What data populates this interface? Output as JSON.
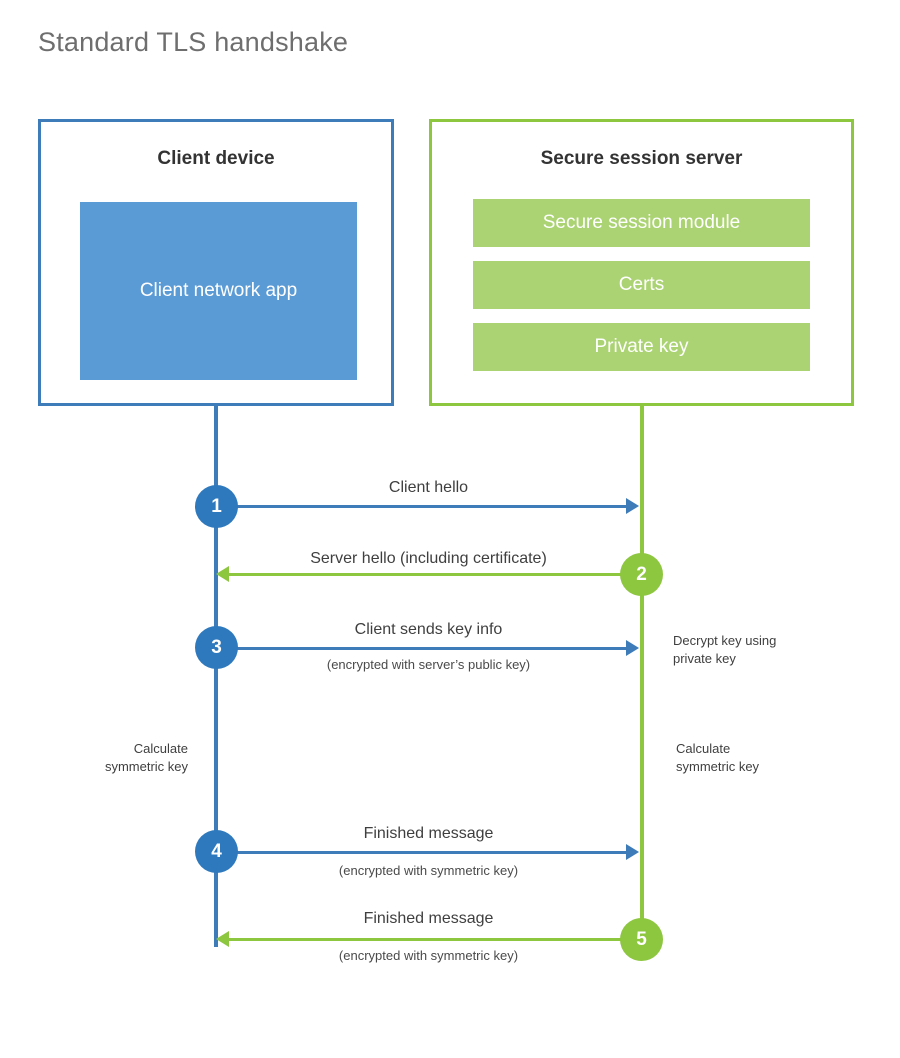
{
  "title": "Standard TLS handshake",
  "colors": {
    "client_accent": "#3E7CB9",
    "client_fill": "#5B9BD5",
    "client_circle": "#2E79BD",
    "server_accent": "#8DC63F",
    "server_fill": "#ABD373",
    "text": "#3f3f3f",
    "title": "#6e6e6e",
    "background": "#ffffff"
  },
  "parties": {
    "client": {
      "title": "Client device",
      "app_label": "Client network app"
    },
    "server": {
      "title": "Secure session server",
      "blocks": [
        {
          "label": "Secure session module"
        },
        {
          "label": "Certs"
        },
        {
          "label": "Private key"
        }
      ]
    }
  },
  "steps": [
    {
      "number": "1",
      "direction": "client-to-server",
      "label": "Client hello",
      "sublabel": ""
    },
    {
      "number": "2",
      "direction": "server-to-client",
      "label": "Server hello (including certificate)",
      "sublabel": ""
    },
    {
      "number": "3",
      "direction": "client-to-server",
      "label": "Client sends key info",
      "sublabel": "(encrypted with server’s public key)"
    },
    {
      "number": "4",
      "direction": "client-to-server",
      "label": "Finished message",
      "sublabel": "(encrypted with symmetric key)"
    },
    {
      "number": "5",
      "direction": "server-to-client",
      "label": "Finished message",
      "sublabel": "(encrypted with symmetric key)"
    }
  ],
  "annotations": {
    "server_decrypt": "Decrypt key using\nprivate key",
    "server_decrypt_line1": "Decrypt key using",
    "server_decrypt_line2": "private key",
    "client_calculate_line1": "Calculate",
    "client_calculate_line2": "symmetric key",
    "server_calculate_line1": "Calculate",
    "server_calculate_line2": "symmetric key"
  }
}
